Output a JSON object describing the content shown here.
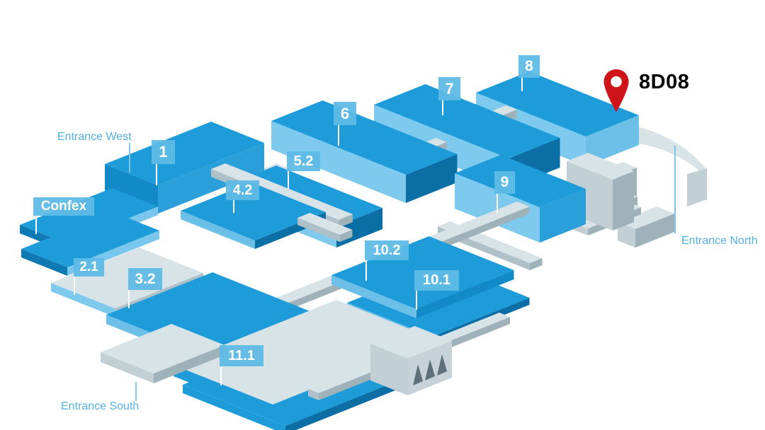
{
  "halls": {
    "h1": {
      "label": "1"
    },
    "h2_1": {
      "label": "2.1"
    },
    "h3_2": {
      "label": "3.2"
    },
    "h4_2": {
      "label": "4.2"
    },
    "h5_2": {
      "label": "5.2"
    },
    "h6": {
      "label": "6"
    },
    "h7": {
      "label": "7"
    },
    "h8": {
      "label": "8"
    },
    "h9": {
      "label": "9"
    },
    "h10_1": {
      "label": "10.1"
    },
    "h10_2": {
      "label": "10.2"
    },
    "h11_1": {
      "label": "11.1"
    },
    "confex": {
      "label": "Confex"
    }
  },
  "entrances": {
    "west": {
      "label": "Entrance West"
    },
    "north": {
      "label": "Entrance North"
    },
    "south": {
      "label": "Entrance South"
    }
  },
  "marker": {
    "stand": "8D08"
  },
  "colors": {
    "hallTop": "#1E9CD9",
    "hallSideLight": "#7EC9EE",
    "hallSideMedium": "#1489C8",
    "hallEndDark": "#0B6FA6",
    "hallEndBright": "#2B9FD9",
    "slabSideLight": "#6CC0E8",
    "confexSideDark": "#0E79B2",
    "confexSideLight": "#79C7EC",
    "grayTop": "#D8E3E8",
    "graySideLight": "#C2CFD5",
    "graySideDark": "#9FB2BA",
    "walkTop": "#D8E3E8",
    "walkSide": "#AFC0C8",
    "combFace": "#C6D2D8",
    "combTeeth": "#5E7078",
    "badgeBg": "#5FBAE6",
    "badgeText": "#FFFFFF",
    "entranceText": "#54B1E2",
    "leaderWhite": "#FFFFFF",
    "leaderBlue": "#7FC6EC",
    "pinRed": "#CE1418",
    "standText": "#000000"
  }
}
